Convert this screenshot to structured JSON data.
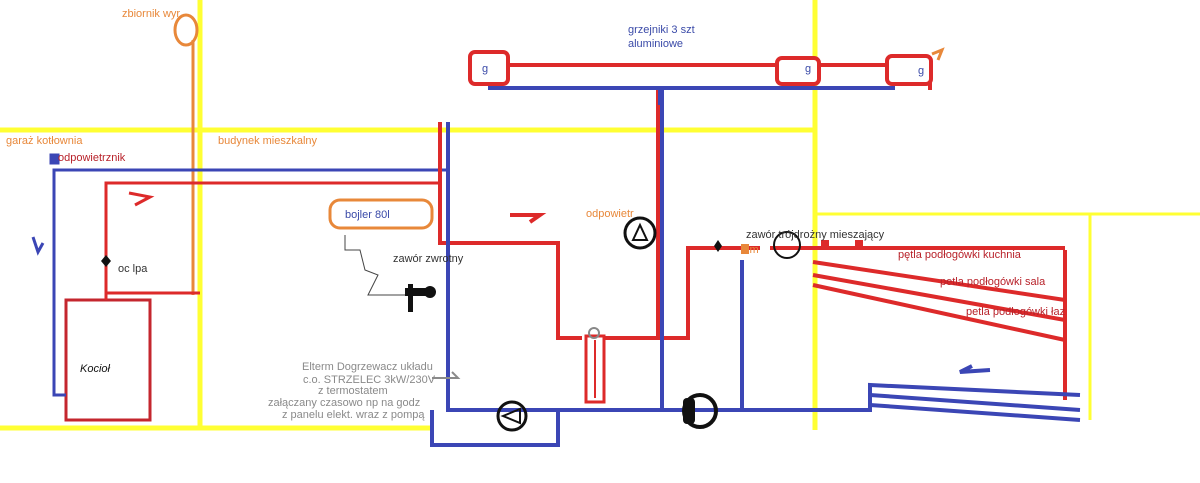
{
  "labels": {
    "tank": "zbiornik wyr",
    "radiators_line1": "grzejniki 3 szt",
    "radiators_line2": "aluminiowe",
    "radiator_g": "g",
    "garage": "garaż kotłownia",
    "air_vent_left": "odpowietrznik",
    "living_building": "budynek mieszkalny",
    "boiler_tank": "bojler 80l",
    "check_valve": "zawór zwrotny",
    "air_vent_mid": "odpowietr",
    "mixing_valve": "zawór trójdrożny mieszający",
    "loop_kitchen": "pętla podłogówki kuchnia",
    "loop_living": "petla podłogówki sala",
    "loop_bath": "petla podłogówki łaz",
    "pump_label": "oc  lpa",
    "heater_line1": "Elterm Dogrzewacz układu",
    "heater_line2": "c.o. STRZELEC 3kW/230V",
    "heater_line3": "z termostatem",
    "heater_line4": "załączany czasowo np na godz",
    "heater_line5": "z panelu  elekt. wraz z pompą",
    "boiler_kociol": "Kocioł",
    "left_arrow_mark": "↓",
    "pump_mark": "zm"
  },
  "colors": {
    "wall": "#ffff33",
    "supply": "#dd2a2a",
    "return": "#3b46b5",
    "orange": "#e8883a",
    "boiler_border": "#c4262e",
    "black": "#111111"
  }
}
